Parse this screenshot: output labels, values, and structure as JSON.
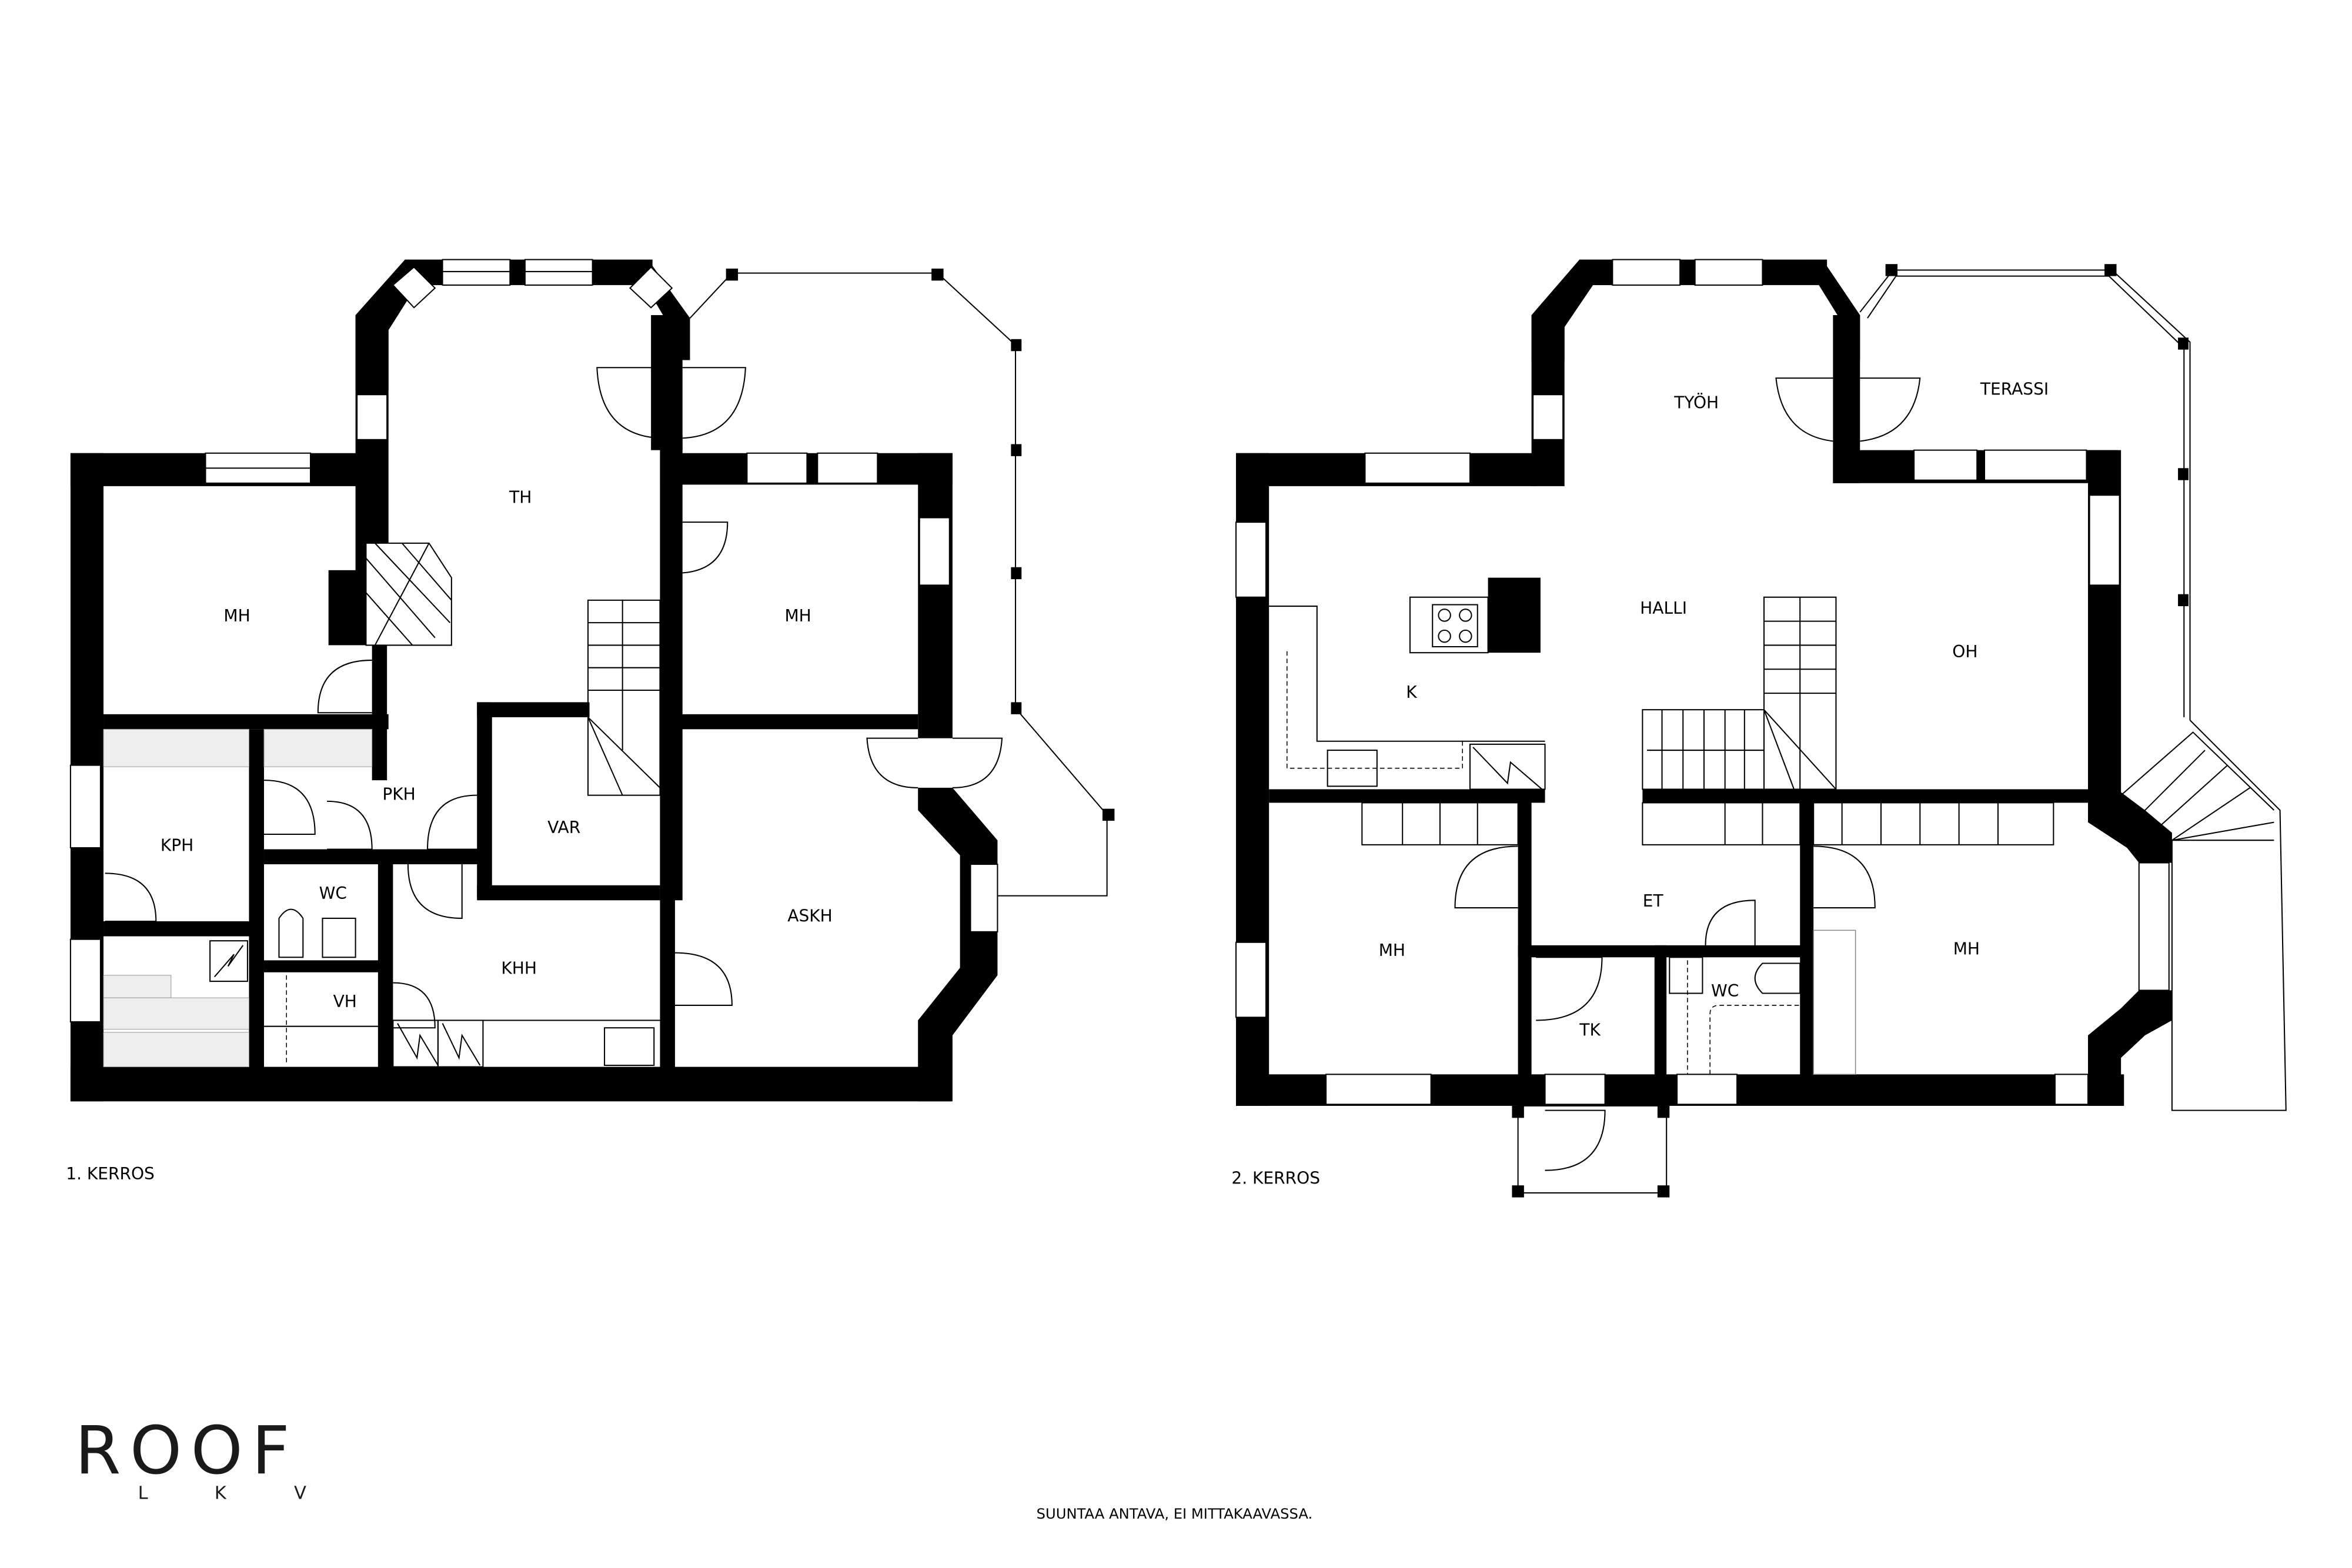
{
  "floor1": {
    "caption": "1. KERROS",
    "rooms": {
      "mh_left": "MH",
      "th": "TH",
      "mh_right": "MH",
      "kph": "KPH",
      "pkh": "PKH",
      "var": "VAR",
      "wc": "WC",
      "vh": "VH",
      "khh": "KHH",
      "askh": "ASKH"
    }
  },
  "floor2": {
    "caption": "2. KERROS",
    "rooms": {
      "tyoh": "TYÖH",
      "terassi": "TERASSI",
      "halli": "HALLI",
      "k": "K",
      "oh": "OH",
      "mh_left": "MH",
      "et": "ET",
      "tk": "TK",
      "wc": "WC",
      "mh_right": "MH"
    }
  },
  "brand": {
    "logo": "ROOF",
    "logo_sub_1": "L",
    "logo_sub_2": "K",
    "logo_sub_3": "V"
  },
  "footer": {
    "disclaimer": "SUUNTAA ANTAVA, EI MITTAKAAVASSA."
  }
}
